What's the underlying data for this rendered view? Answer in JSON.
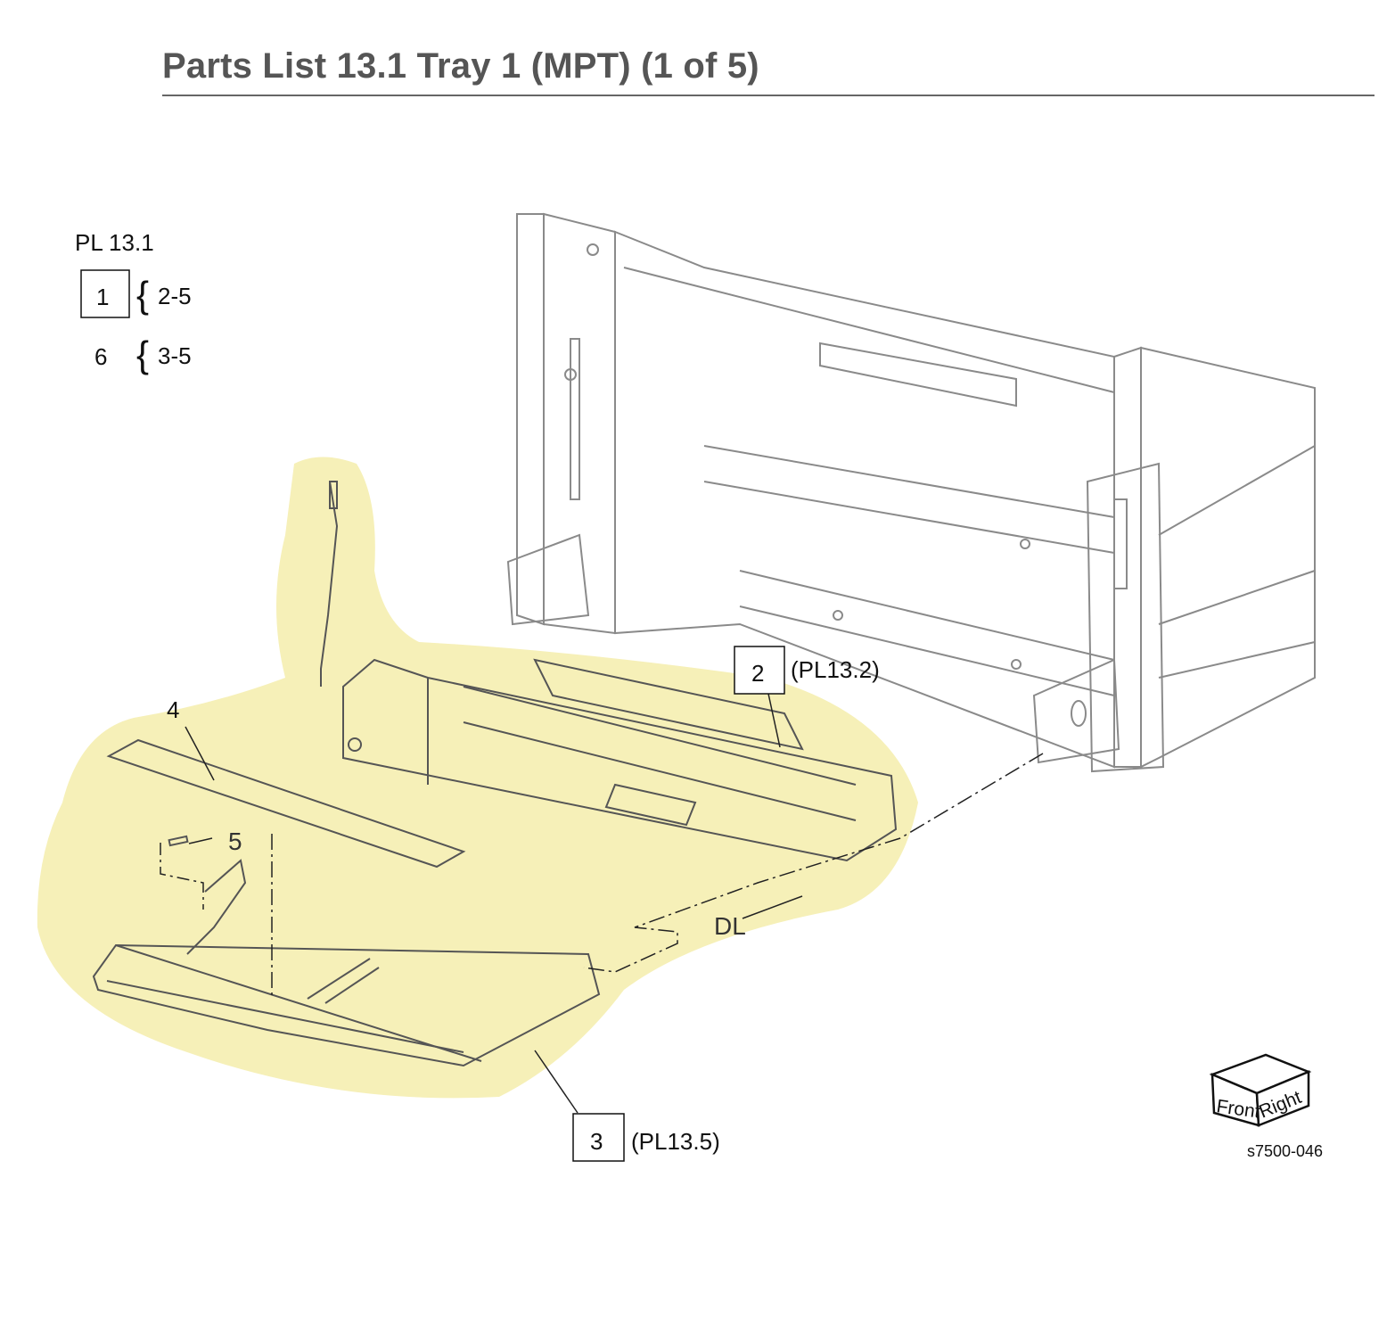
{
  "page": {
    "title": "Parts List 13.1 Tray 1 (MPT) (1 of 5)"
  },
  "legend": {
    "heading": "PL 13.1",
    "rows": [
      {
        "item": "1",
        "range": "2-5"
      },
      {
        "item": "6",
        "range": "3-5"
      }
    ]
  },
  "callouts": [
    {
      "id": "2",
      "ref": "(PL13.2)"
    },
    {
      "id": "3",
      "ref": "(PL13.5)"
    },
    {
      "id": "4",
      "ref": ""
    },
    {
      "id": "5",
      "ref": ""
    }
  ],
  "dl_label": "DL",
  "orientation": {
    "front": "Front",
    "right": "Right"
  },
  "figure_id": "s7500-046",
  "colors": {
    "highlight": "#f6f0b8",
    "line": "#555555",
    "title": "#555555"
  }
}
